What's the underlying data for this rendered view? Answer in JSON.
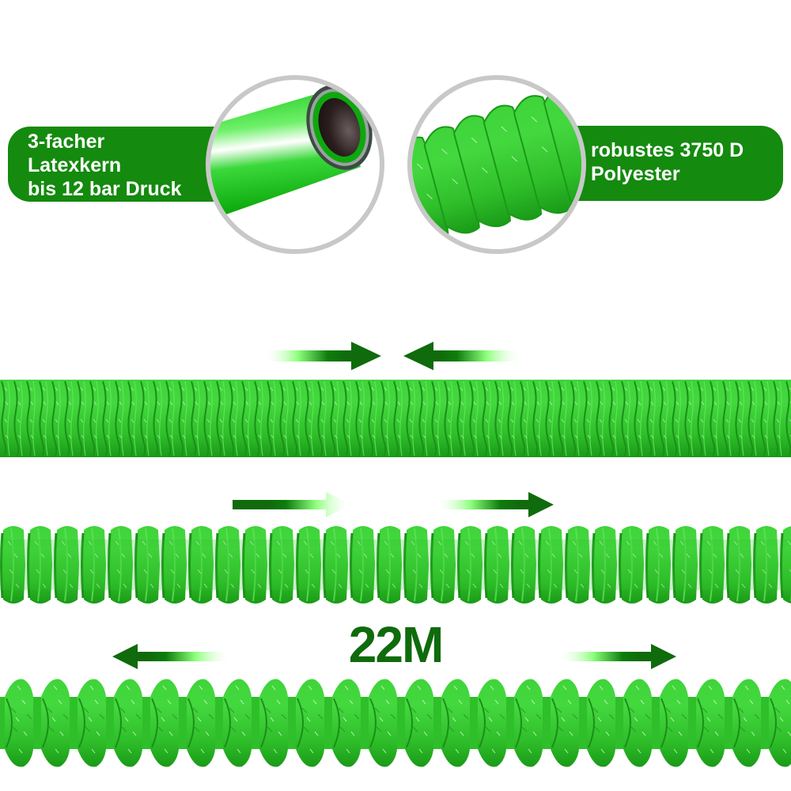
{
  "features": {
    "latex_core": {
      "lines": [
        "3-facher",
        "Latexkern",
        "bis 12 bar Druck"
      ],
      "icon": "hose-cross-section-icon"
    },
    "polyester": {
      "lines": [
        "robustes 3750 D",
        "Polyester"
      ],
      "icon": "braided-hose-closeup-icon"
    }
  },
  "hose_states": [
    {
      "state": "compressed",
      "arrows": "inward"
    },
    {
      "state": "medium",
      "arrows": "outward"
    },
    {
      "state": "extended",
      "arrows": "outward"
    }
  ],
  "length_label": "22M",
  "colors": {
    "pill_green": "#148a0e",
    "arrow_dark_green": "#0f6b0b",
    "arrow_light_green": "#8cff7a",
    "hose_green": "#2fbf2a",
    "hose_light": "#4fe04a",
    "hose_shadow": "#17931a",
    "circle_border": "#c8c8c8",
    "tube_core": "#2a1d1d"
  }
}
